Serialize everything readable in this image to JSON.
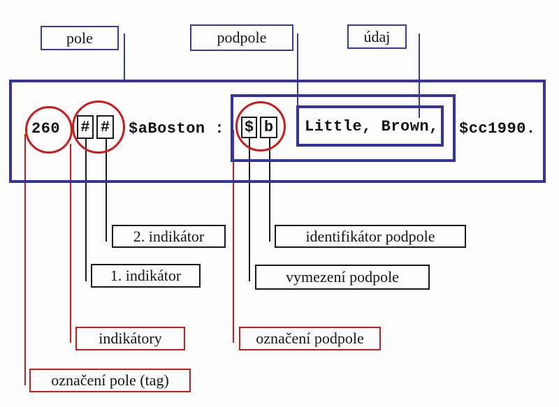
{
  "colors": {
    "blue": "#3434a0",
    "red": "#cd1a1a",
    "text": "#161616",
    "background": "#fcfcfc"
  },
  "top_labels": {
    "pole": "pole",
    "podpole": "podpole",
    "udaj": "údaj"
  },
  "marc": {
    "tag": "260",
    "ind1": "#",
    "ind2": "#",
    "sub_a": "$aBoston :",
    "delim": "$",
    "code": "b",
    "data": "Little, Brown,",
    "sub_c": "$cc1990."
  },
  "callouts": {
    "ind2": "2. indikátor",
    "ind1": "1. indikátor",
    "subfield_id": "identifikátor podpole",
    "subfield_delim": "vymezení podpole",
    "indicators": "indikátory",
    "subfield_designation": "označení podpole",
    "field_tag": "označení pole (tag)"
  }
}
